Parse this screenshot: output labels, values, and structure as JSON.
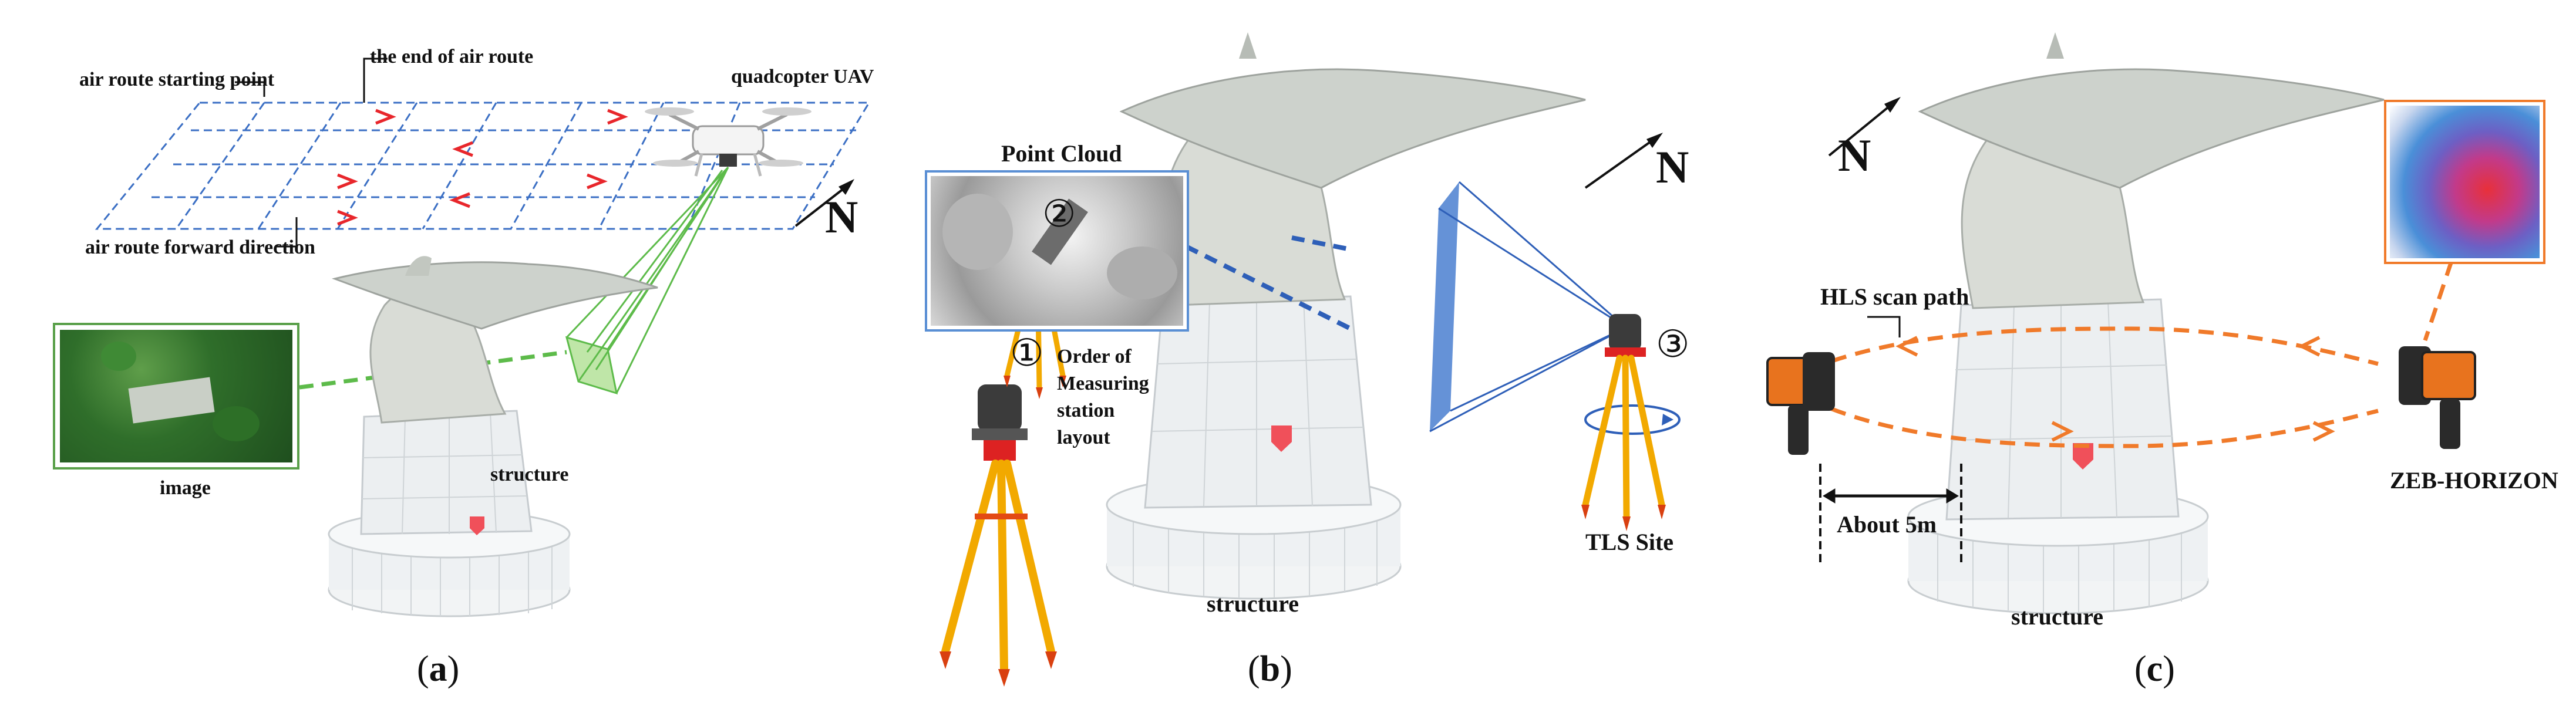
{
  "panels": [
    {
      "caption_letter": "a",
      "labels": {
        "starting_point": "air route starting point",
        "end": "the end of air route",
        "uav": "quadcopter UAV",
        "forward": "air route forward direction",
        "image": "image",
        "structure": "structure",
        "north": "N"
      }
    },
    {
      "caption_letter": "b",
      "labels": {
        "point_cloud": "Point Cloud",
        "order": "Order of\nMeasuring\nstation\nlayout",
        "station1": "①",
        "station2": "②",
        "station3": "③",
        "tls_site": "TLS Site",
        "structure": "structure",
        "north": "N"
      }
    },
    {
      "caption_letter": "c",
      "labels": {
        "hls_path": "HLS scan path",
        "about": "About 5m",
        "zeb": "ZEB-HORIZON",
        "structure": "structure",
        "north": "N"
      }
    }
  ],
  "colors": {
    "route_grid": "#3b6fc4",
    "route_arrow": "#e8262b",
    "uav_view": "#5dbb4a",
    "image_frame": "#5aa04a",
    "tls_plane": "#4a7fd0",
    "hls_path": "#f07a2a",
    "marker": "#f0505a"
  }
}
